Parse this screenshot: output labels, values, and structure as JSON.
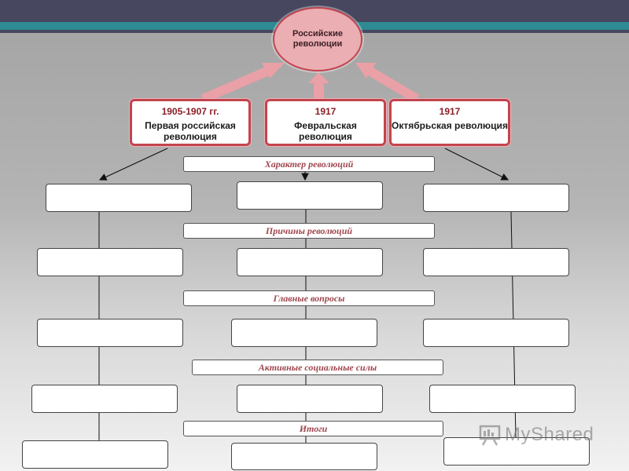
{
  "center_title": "Российские революции",
  "revolutions": [
    {
      "years": "1905-1907 гг.",
      "name": "Первая российская революция"
    },
    {
      "years": "1917",
      "name": "Февральская революция"
    },
    {
      "years": "1917",
      "name": "Октябрьская революция"
    }
  ],
  "sections": [
    "Характер революций",
    "Причины революций",
    "Главные вопросы",
    "Активные социальные силы",
    "Итоги"
  ],
  "watermark": {
    "text": "MyShared",
    "icon": "presentation-board-icon"
  },
  "colors": {
    "accent_red": "#c2444e",
    "arrow_pink": "#e9a0a6",
    "circle_fill": "#eaaeb3",
    "band_text": "#a0474f",
    "header_dark": "#47475f",
    "header_teal": "#2e8a93"
  }
}
